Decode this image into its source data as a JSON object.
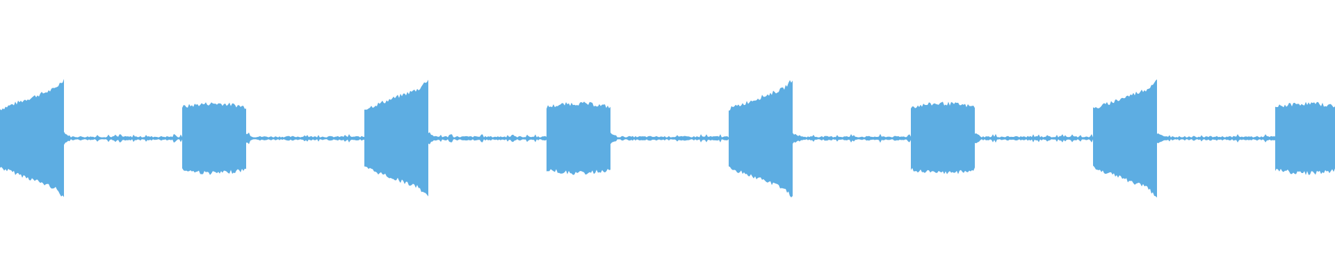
{
  "waveform": {
    "color": "#5dade2",
    "segments": [
      {
        "kind": "burst",
        "shape": "rising"
      },
      {
        "kind": "silence"
      },
      {
        "kind": "burst",
        "shape": "flat"
      },
      {
        "kind": "silence"
      },
      {
        "kind": "burst",
        "shape": "rising"
      },
      {
        "kind": "silence"
      },
      {
        "kind": "burst",
        "shape": "flat"
      },
      {
        "kind": "silence"
      },
      {
        "kind": "burst",
        "shape": "rising"
      },
      {
        "kind": "silence"
      },
      {
        "kind": "burst",
        "shape": "flat"
      },
      {
        "kind": "silence"
      },
      {
        "kind": "burst",
        "shape": "rising"
      },
      {
        "kind": "silence"
      },
      {
        "kind": "burst",
        "shape": "flat"
      }
    ]
  }
}
